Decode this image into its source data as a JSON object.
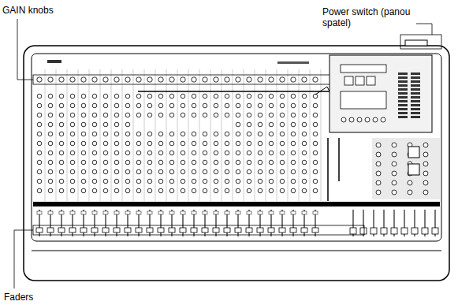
{
  "diagram": {
    "labels": [
      "GAIN knobs",
      "Power switch (panou spatel)",
      "Faders"
    ]
  }
}
